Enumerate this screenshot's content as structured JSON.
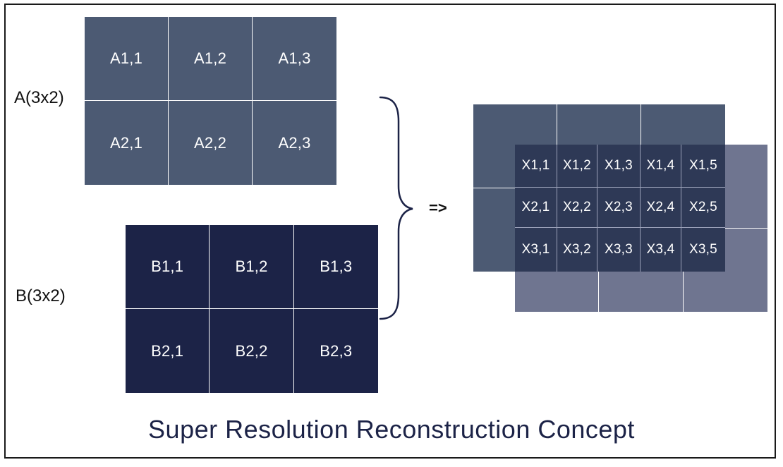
{
  "matrix_a": {
    "label": "A(3x2)",
    "color": "#4c5a73",
    "cells": [
      "A1,1",
      "A1,2",
      "A1,3",
      "A2,1",
      "A2,2",
      "A2,3"
    ]
  },
  "matrix_b": {
    "label": "B(3x2)",
    "color": "#1c2347",
    "cells": [
      "B1,1",
      "B1,2",
      "B1,3",
      "B2,1",
      "B2,2",
      "B2,3"
    ]
  },
  "arrow_text": "=>",
  "result": {
    "color": "#2e3956",
    "cells": [
      "X1,1",
      "X1,2",
      "X1,3",
      "X1,4",
      "X1,5",
      "X2,1",
      "X2,2",
      "X2,3",
      "X2,4",
      "X2,5",
      "X3,1",
      "X3,2",
      "X3,3",
      "X3,4",
      "X3,5"
    ]
  },
  "caption": "Super Resolution Reconstruction Concept"
}
